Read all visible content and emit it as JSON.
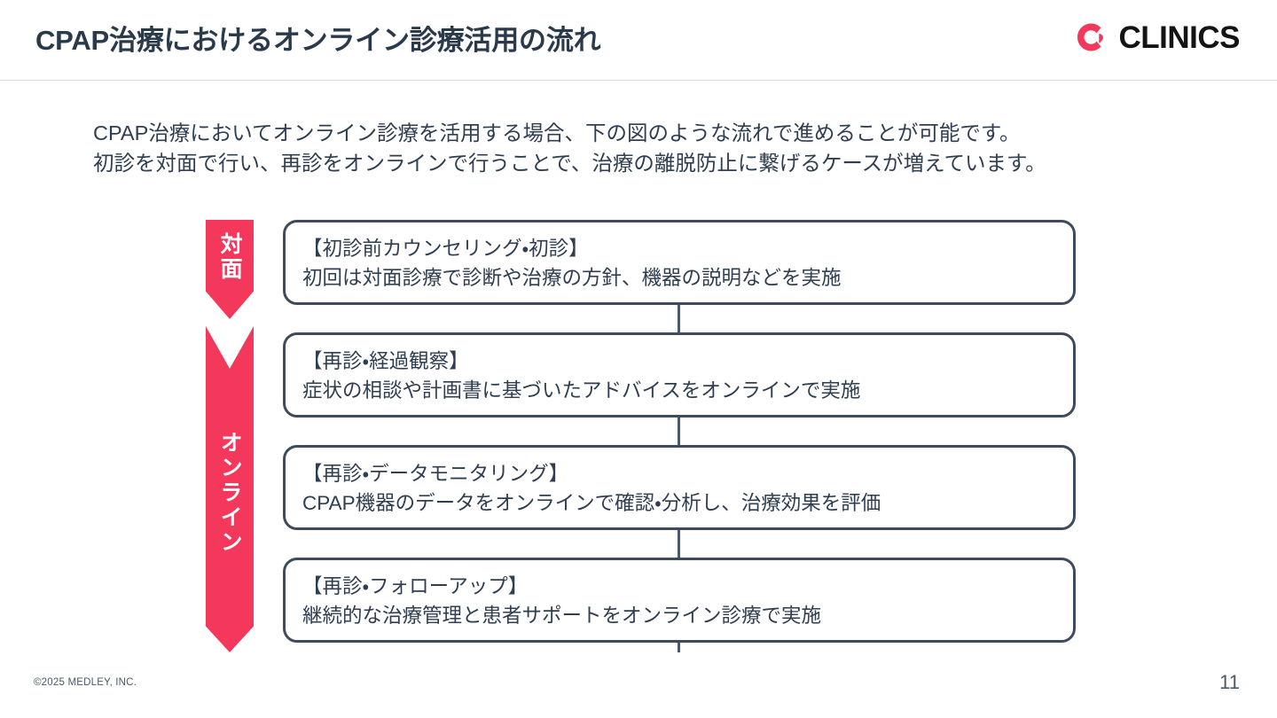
{
  "header": {
    "title": "CPAP治療におけるオンライン診療活用の流れ",
    "logo_word": "CLINICS",
    "logo_mark_icon": "clinics-c-mark-icon",
    "title_color": "#2b3a4a",
    "brand_red": "#f4385c",
    "divider_color": "#d9dcdf"
  },
  "lead": {
    "text": "CPAP治療においてオンライン診療を活用する場合、下の図のような流れで進めることが可能です。\n初診を対面で行い、再診をオンラインで行うことで、治療の離脱防止に繋げるケースが増えています。"
  },
  "flow": {
    "phases": [
      {
        "label": "対面"
      },
      {
        "label": "オンライン"
      }
    ],
    "steps": [
      {
        "title": "【初診前カウンセリング・初診】",
        "desc": "初回は対面診療で診断や治療の方針、機器の説明などを実施"
      },
      {
        "title": "【再診・経過観察】",
        "desc": "症状の相談や計画書に基づいたアドバイスをオンラインで実施"
      },
      {
        "title": "【再診・データモニタリング】",
        "desc": "CPAP機器のデータをオンラインで確認・分析し、治療効果を評価"
      },
      {
        "title": "【再診・フォローアップ】",
        "desc": "継続的な治療管理と患者サポートをオンライン診療で実施"
      }
    ],
    "box_border_color": "#3d4b5c",
    "text_color": "#2f3e50"
  },
  "footer": {
    "copyright": "©2025 MEDLEY, INC.",
    "page_number": "11"
  }
}
